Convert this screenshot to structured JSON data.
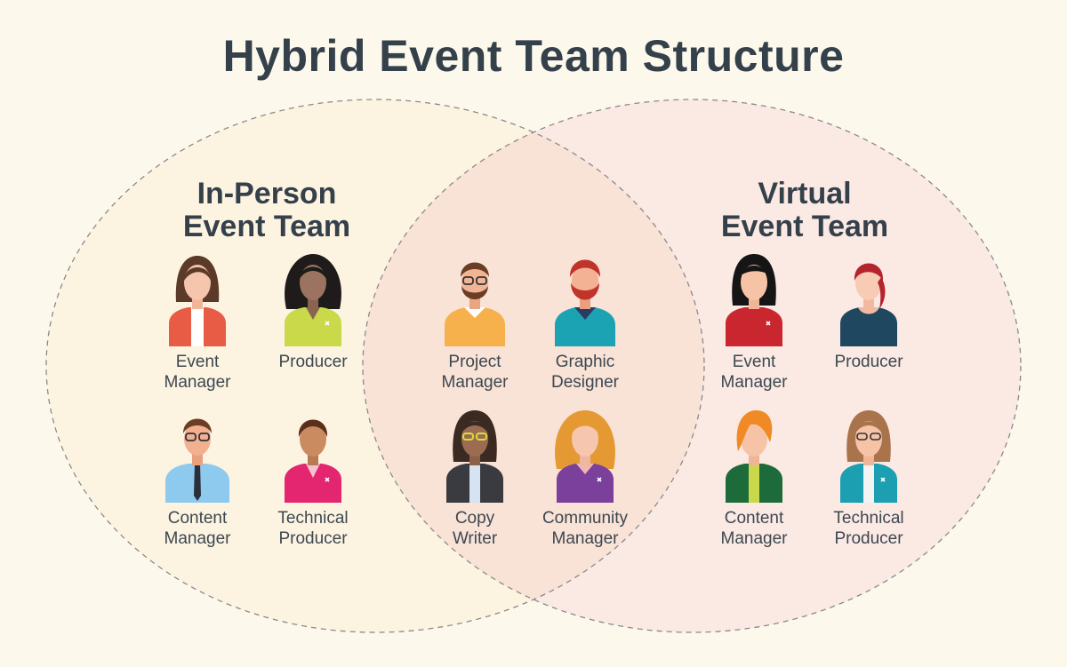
{
  "title": "Hybrid Event Team Structure",
  "groups": {
    "in_person": {
      "line1": "In-Person",
      "line2": "Event Team"
    },
    "virtual": {
      "line1": "Virtual",
      "line2": "Event Team"
    }
  },
  "colors": {
    "background": "#fdf8ec",
    "left_fill": "#fdf3e1",
    "right_fill": "#fbe8e3",
    "overlap_fill": "#f9e3d8",
    "outline": "#8a8a8a",
    "text": "#34404a"
  },
  "people": [
    {
      "id": "in-event-manager",
      "l1": "Event",
      "l2": "Manager",
      "icon": "woman-avatar-icon"
    },
    {
      "id": "in-producer",
      "l1": "Producer",
      "l2": "",
      "icon": "woman-avatar-icon"
    },
    {
      "id": "in-content-manager",
      "l1": "Content",
      "l2": "Manager",
      "icon": "man-avatar-icon"
    },
    {
      "id": "in-technical-producer",
      "l1": "Technical",
      "l2": "Producer",
      "icon": "woman-avatar-icon"
    },
    {
      "id": "shared-project-manager",
      "l1": "Project",
      "l2": "Manager",
      "icon": "man-avatar-icon"
    },
    {
      "id": "shared-graphic-designer",
      "l1": "Graphic",
      "l2": "Designer",
      "icon": "man-avatar-icon"
    },
    {
      "id": "shared-copy-writer",
      "l1": "Copy",
      "l2": "Writer",
      "icon": "woman-avatar-icon"
    },
    {
      "id": "shared-community-manager",
      "l1": "Community",
      "l2": "Manager",
      "icon": "woman-avatar-icon"
    },
    {
      "id": "v-event-manager",
      "l1": "Event",
      "l2": "Manager",
      "icon": "woman-avatar-icon"
    },
    {
      "id": "v-producer",
      "l1": "Producer",
      "l2": "",
      "icon": "woman-avatar-icon"
    },
    {
      "id": "v-content-manager",
      "l1": "Content",
      "l2": "Manager",
      "icon": "woman-avatar-icon"
    },
    {
      "id": "v-technical-producer",
      "l1": "Technical",
      "l2": "Producer",
      "icon": "woman-avatar-icon"
    }
  ]
}
